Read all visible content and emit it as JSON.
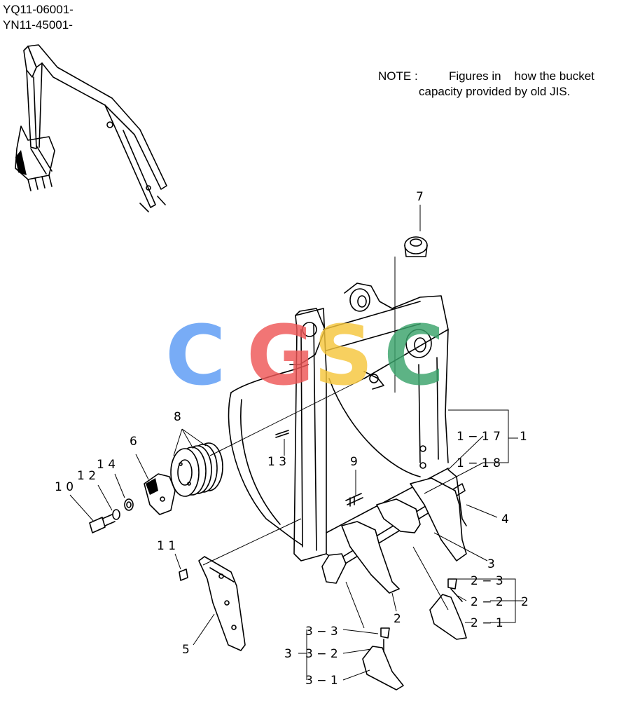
{
  "header": {
    "serial_1": "YQ11-06001-",
    "serial_2": "YN11-45001-"
  },
  "note": {
    "label": "NOTE :",
    "line_1": "Figures in    how the bucket",
    "line_2": "capacity provided by old JIS."
  },
  "watermark": {
    "letters": [
      "C",
      "G",
      "S",
      "C"
    ],
    "colors": [
      "#5b9bf5",
      "#ef5757",
      "#f6c63c",
      "#3aa36b"
    ]
  },
  "callouts": {
    "c1": "1",
    "c2": "2",
    "c3": "3",
    "c4": "4",
    "c5": "5",
    "c6": "6",
    "c7": "7",
    "c8": "8",
    "c9": "9",
    "c10": "1 0",
    "c11": "1 1",
    "c12": "1 2",
    "c13": "1 3",
    "c14": "1 4",
    "c1_17": "1 − 1 7",
    "c1_18": "1 − 1 8",
    "c2_1": "2 − 1",
    "c2_2": "2 − 2",
    "c2_3": "2 − 3",
    "c3_1": "3 − 1",
    "c3_2": "3 − 2",
    "c3_3": "3 − 3"
  }
}
